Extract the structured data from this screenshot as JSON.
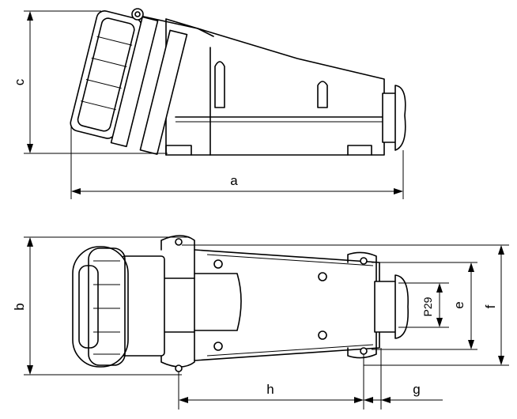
{
  "labels": {
    "a": "a",
    "b": "b",
    "c": "c",
    "e": "e",
    "f": "f",
    "g": "g",
    "h": "h",
    "p29": "P29"
  }
}
